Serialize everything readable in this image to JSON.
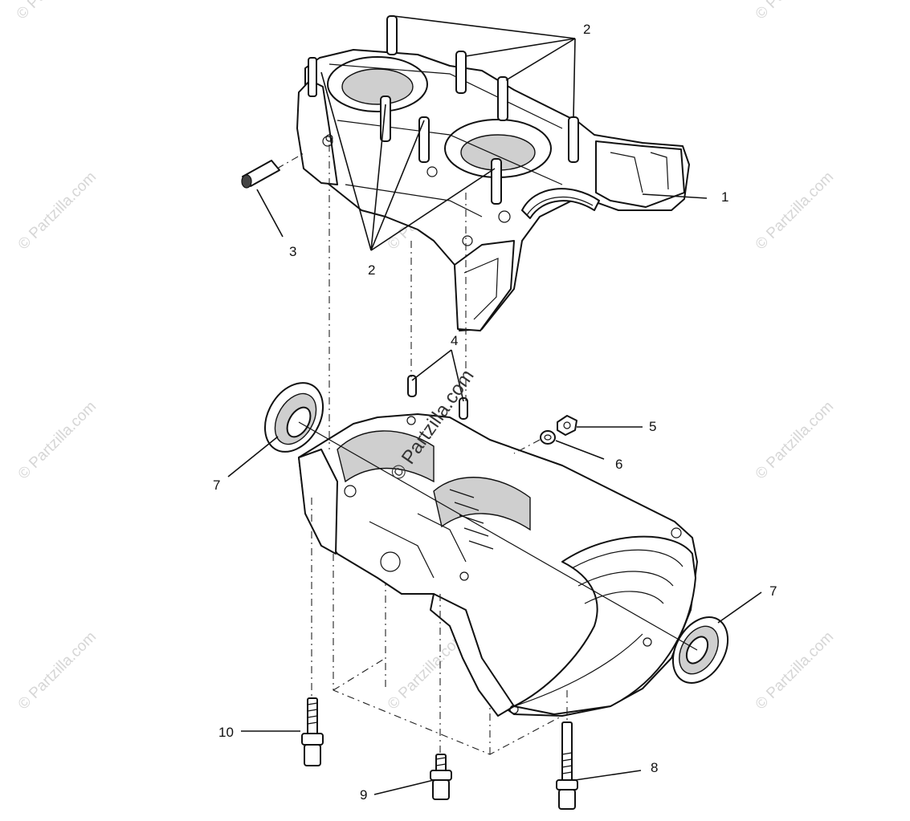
{
  "callouts": {
    "c1": "1",
    "c2_top": "2",
    "c2_bottom": "2",
    "c3": "3",
    "c4": "4",
    "c5": "5",
    "c6": "6",
    "c7_left": "7",
    "c7_right": "7",
    "c8": "8",
    "c9": "9",
    "c10": "10"
  },
  "watermarks": {
    "repeat_text": "© Partzilla.com",
    "center_text": "© Partzilla.com"
  },
  "parts": [
    {
      "callout": "1",
      "icon": "upper-crankcase-icon"
    },
    {
      "callout": "2",
      "icon": "stud-icon"
    },
    {
      "callout": "3",
      "icon": "fitting-icon"
    },
    {
      "callout": "4",
      "icon": "dowel-pin-icon"
    },
    {
      "callout": "5",
      "icon": "nut-icon"
    },
    {
      "callout": "6",
      "icon": "washer-icon"
    },
    {
      "callout": "7",
      "icon": "oil-seal-icon"
    },
    {
      "callout": "8",
      "icon": "bolt-icon"
    },
    {
      "callout": "9",
      "icon": "bolt-icon"
    },
    {
      "callout": "10",
      "icon": "bolt-icon"
    }
  ],
  "colors": {
    "ink": "#111111",
    "watermark": "#d6d6d6",
    "background": "#ffffff"
  }
}
